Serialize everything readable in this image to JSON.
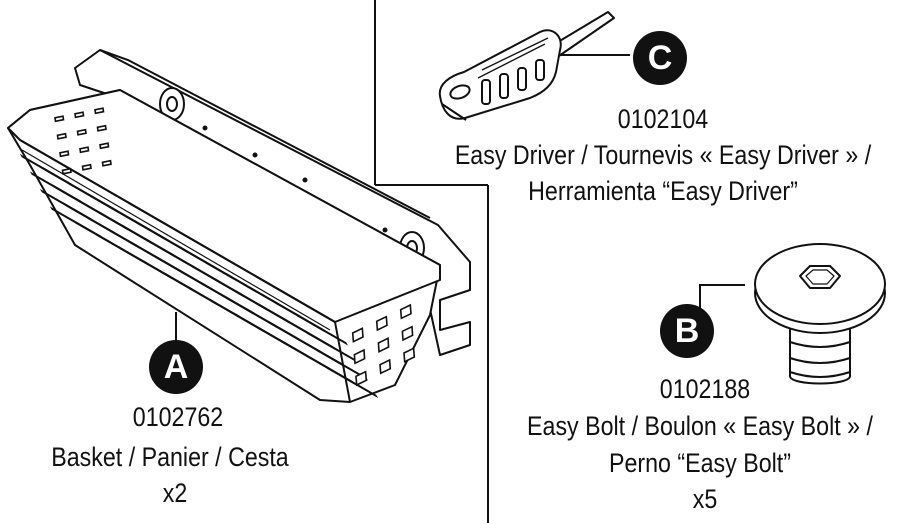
{
  "parts": {
    "a": {
      "letter": "A",
      "number": "0102762",
      "name": "Basket / Panier / Cesta",
      "quantity": "x2"
    },
    "b": {
      "letter": "B",
      "number": "0102188",
      "name_line1": "Easy Bolt / Boulon « Easy Bolt » /",
      "name_line2": "Perno “Easy Bolt”",
      "quantity": "x5"
    },
    "c": {
      "letter": "C",
      "number": "0102104",
      "name_line1": "Easy Driver / Tournevis « Easy Driver » /",
      "name_line2": "Herramienta “Easy Driver”"
    }
  },
  "colors": {
    "ink": "#111111",
    "paper": "#ffffff"
  }
}
